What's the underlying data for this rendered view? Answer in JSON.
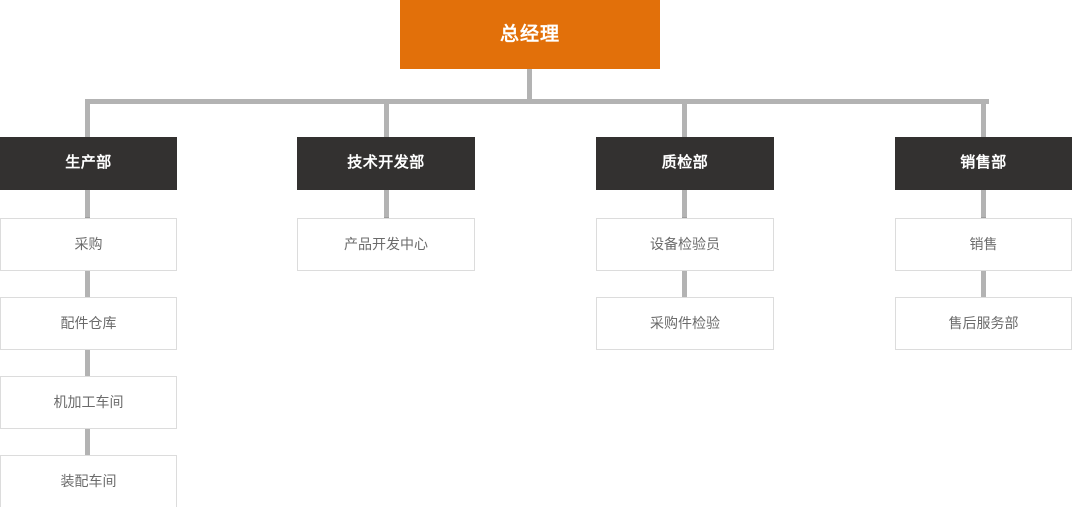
{
  "chart_title": "",
  "colors": {
    "root_background": "#e2700a",
    "root_text": "#ffffff",
    "department_background": "#333130",
    "department_text": "#ffffff",
    "unit_background": "#ffffff",
    "unit_border": "#dcdcdc",
    "unit_text": "#6b6b6b",
    "connector": "#b3b3b3",
    "page_background": "#ffffff"
  },
  "root": {
    "label": "总经理"
  },
  "branches": [
    {
      "department": "生产部",
      "units": [
        "采购",
        "配件仓库",
        "机加工车间",
        "装配车间"
      ]
    },
    {
      "department": "技术开发部",
      "units": [
        "产品开发中心"
      ]
    },
    {
      "department": "质检部",
      "units": [
        "设备检验员",
        "采购件检验"
      ]
    },
    {
      "department": "销售部",
      "units": [
        "销售",
        "售后服务部"
      ]
    }
  ]
}
